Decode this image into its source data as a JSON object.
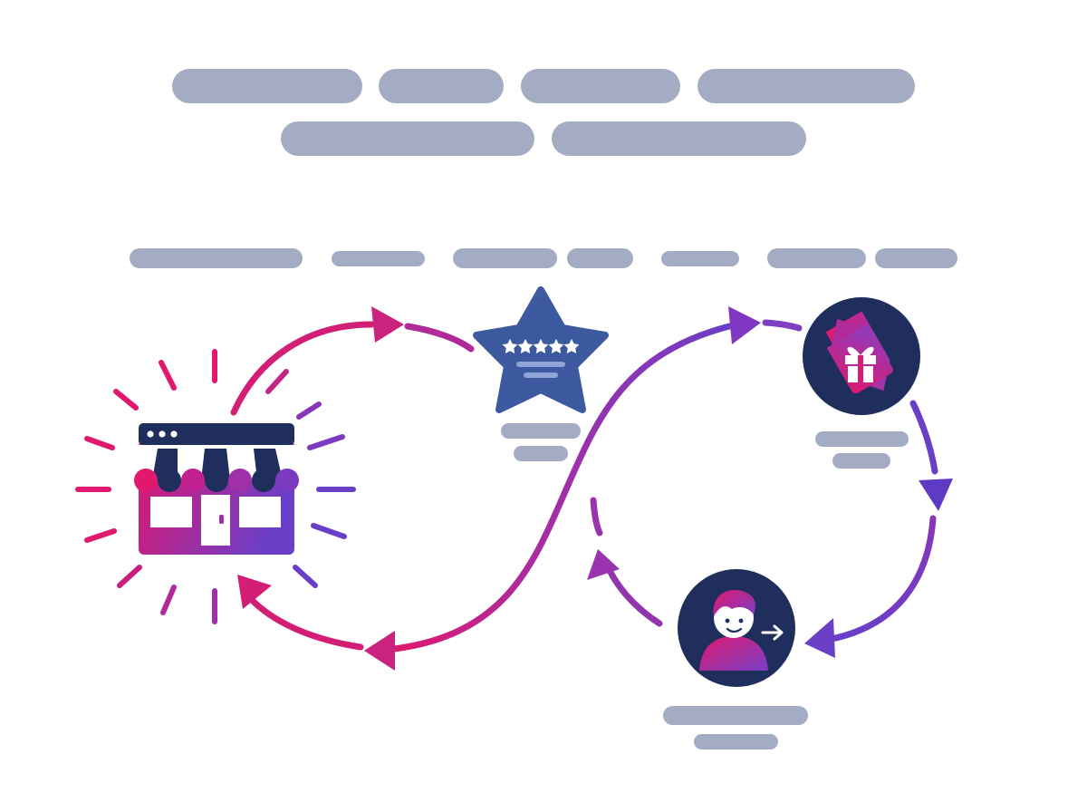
{
  "colors": {
    "background": "#ffffff",
    "placeholder_text": "#a3acc2",
    "navy": "#1f2e5c",
    "star_blue": "#3d5aa1",
    "gradient_start": "#e0186e",
    "gradient_mid": "#a030a8",
    "gradient_end": "#6a3fc8",
    "white": "#ffffff"
  },
  "diagram": {
    "type": "infinity-loop-cycle",
    "title_placeholder_lines": 2,
    "subtitle_placeholder_lines": 1,
    "nodes": [
      {
        "id": "storefront",
        "icon": "storefront-icon",
        "description_lines": 0
      },
      {
        "id": "review",
        "icon": "five-star-review-icon",
        "rating_stars": 5,
        "description_lines": 2
      },
      {
        "id": "gift-tag",
        "icon": "gift-tag-icon",
        "description_lines": 2
      },
      {
        "id": "referral",
        "icon": "user-referral-icon",
        "description_lines": 2
      }
    ],
    "flow": [
      {
        "from": "storefront",
        "to": "review",
        "arrowhead": "gradient_start"
      },
      {
        "from": "review",
        "to": "gift-tag",
        "arrowhead": "gradient_mid"
      },
      {
        "from": "gift-tag",
        "to": "referral",
        "arrowhead": "gradient_end"
      },
      {
        "from": "referral",
        "to": "storefront",
        "arrowhead": "gradient_start"
      }
    ]
  }
}
